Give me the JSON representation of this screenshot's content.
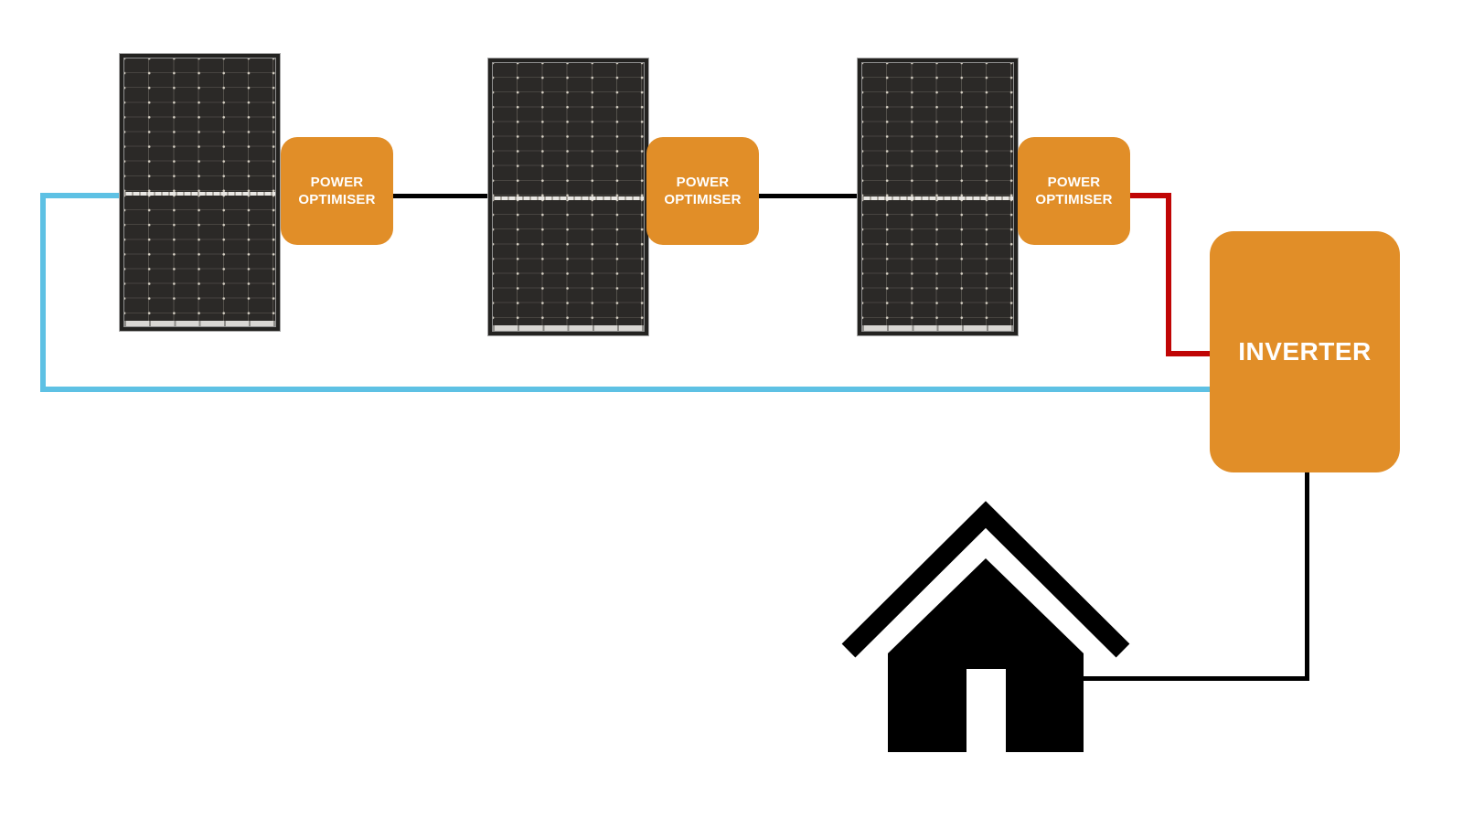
{
  "colors": {
    "box_orange": "#E18E28",
    "wire_black": "#000000",
    "wire_red": "#C00505",
    "wire_blue": "#5EC1E4",
    "panel_frame": "#232220",
    "panel_cell": "#2B2927",
    "house_black": "#000000",
    "text_white": "#FFFFFF"
  },
  "panels": [
    {
      "icon": "solar-panel-icon"
    },
    {
      "icon": "solar-panel-icon"
    },
    {
      "icon": "solar-panel-icon"
    }
  ],
  "optimisers": [
    {
      "label": "POWER OPTIMISER"
    },
    {
      "label": "POWER OPTIMISER"
    },
    {
      "label": "POWER OPTIMISER"
    }
  ],
  "inverter": {
    "label": "INVERTER"
  },
  "house": {
    "icon": "house-icon"
  }
}
